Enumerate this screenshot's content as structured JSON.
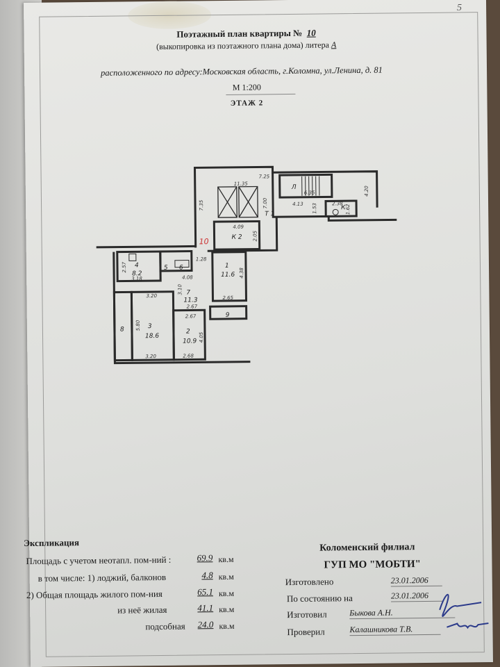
{
  "page_number": "5",
  "header": {
    "title_prefix": "Поэтажный план квартиры №",
    "apartment_number": "10",
    "subtitle_prefix": "(выкопировка из поэтажного плана дома) литера",
    "litera": "А",
    "address": "расположенного по адресу:Московская область, г.Коломна, ул.Ленина, д. 81",
    "scale": "М 1:200",
    "floor": "ЭТАЖ   2"
  },
  "plan": {
    "apartment_mark": "10",
    "rooms": [
      {
        "num": "1",
        "area": "11.6"
      },
      {
        "num": "2",
        "area": "10.9"
      },
      {
        "num": "3",
        "area": "18.6"
      },
      {
        "num": "4",
        "area": "8.2"
      },
      {
        "num": "5",
        "area": ""
      },
      {
        "num": "6",
        "area": ""
      },
      {
        "num": "7",
        "area": "11.3"
      },
      {
        "num": "8",
        "area": ""
      },
      {
        "num": "9",
        "area": ""
      }
    ],
    "common_labels": {
      "k2": "К 2",
      "l": "Л",
      "k": "К",
      "t1": "Т 1"
    },
    "dimensions": [
      "7.25",
      "11.35",
      "7.35",
      "7.00",
      "6.35",
      "4.13",
      "1.53",
      "2.38",
      "1.62",
      "4.20",
      "4.09",
      "2.05",
      "1.28",
      "2.57",
      "3.18",
      "4.08",
      "3.10",
      "4.38",
      "2.65",
      "3.20",
      "5.80",
      "2.67",
      "2.67",
      "4.05",
      "3.20",
      "2.68"
    ]
  },
  "explication": {
    "title": "Экспликация",
    "rows": [
      {
        "label": "Площадь с учетом неотапл. пом-ний :",
        "value": "69.9",
        "unit": "кв.м"
      },
      {
        "label": "в том числе: 1) лоджий, балконов",
        "value": "4.8",
        "unit": "кв.м"
      },
      {
        "label": "2) Общая площадь жилого пом-ния",
        "value": "65.1",
        "unit": "кв.м"
      },
      {
        "label": "из неё жилая",
        "value": "41.1",
        "unit": "кв.м"
      },
      {
        "label": "подсобная",
        "value": "24.0",
        "unit": "кв.м"
      }
    ]
  },
  "organization": {
    "branch": "Коломенский филиал",
    "name": "ГУП МО \"МОБТИ\"",
    "made_label": "Изготовлено",
    "made_date": "23.01.2006",
    "state_label": "По состоянию на",
    "state_date": "23.01.2006",
    "author_label": "Изготовил",
    "author": "Быкова А.Н.",
    "checker_label": "Проверил",
    "checker": "Калашникова Т.В."
  }
}
